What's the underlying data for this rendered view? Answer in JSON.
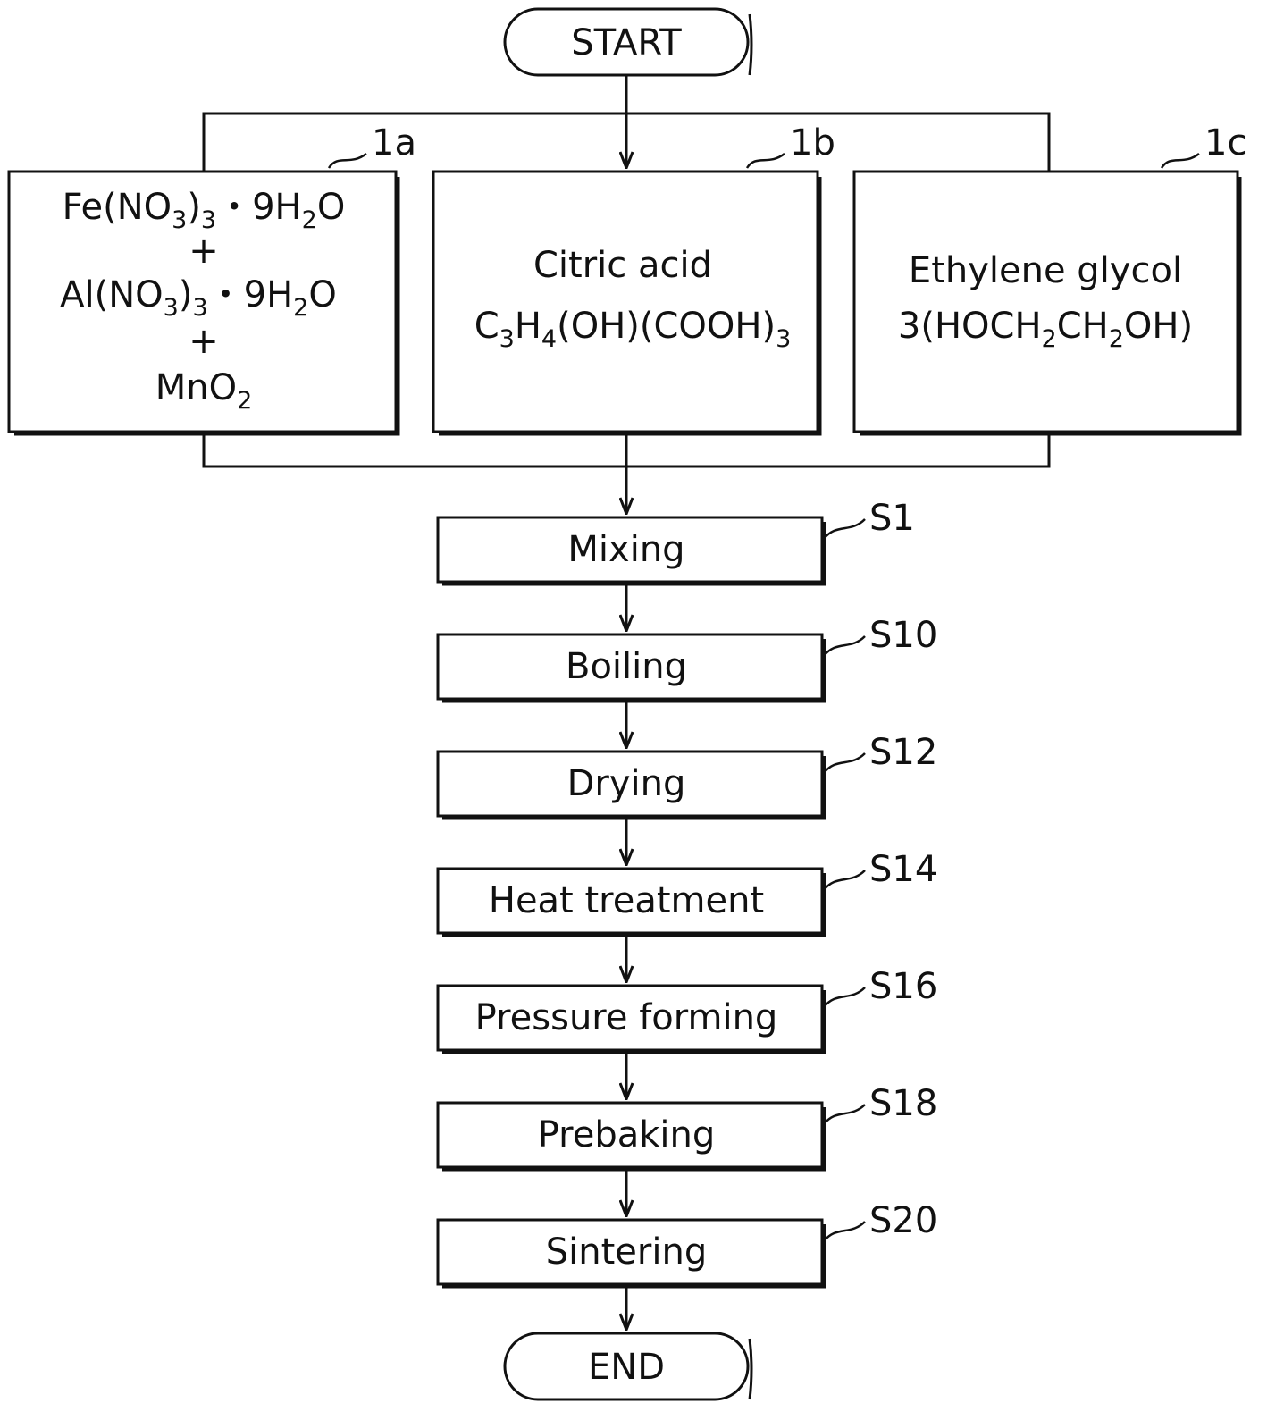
{
  "terminals": {
    "start": "START",
    "end": "END"
  },
  "inputs": {
    "a": {
      "ref": "1a",
      "line1": {
        "p1": "Fe(NO",
        "s1": "3",
        "p2": ")",
        "s2": "3",
        "p3": "・9H",
        "s3": "2",
        "p4": "O"
      },
      "plus1": "+",
      "line2": {
        "p1": "Al(NO",
        "s1": "3",
        "p2": ")",
        "s2": "3",
        "p3": "・9H",
        "s3": "2",
        "p4": "O"
      },
      "plus2": "+",
      "line3": {
        "p1": "MnO",
        "s1": "2"
      }
    },
    "b": {
      "ref": "1b",
      "name": "Citric acid",
      "formula": {
        "p1": "C",
        "s1": "3",
        "p2": "H",
        "s2": "4",
        "p3": "(OH)(COOH)",
        "s3": "3"
      }
    },
    "c": {
      "ref": "1c",
      "name": "Ethylene glycol",
      "formula": {
        "p1": "3(HOCH",
        "s1": "2",
        "p2": "CH",
        "s2": "2",
        "p3": "OH)"
      }
    }
  },
  "steps": [
    {
      "label": "Mixing",
      "ref": "S1"
    },
    {
      "label": "Boiling",
      "ref": "S10"
    },
    {
      "label": "Drying",
      "ref": "S12"
    },
    {
      "label": "Heat treatment",
      "ref": "S14"
    },
    {
      "label": "Pressure forming",
      "ref": "S16"
    },
    {
      "label": "Prebaking",
      "ref": "S18"
    },
    {
      "label": "Sintering",
      "ref": "S20"
    }
  ]
}
